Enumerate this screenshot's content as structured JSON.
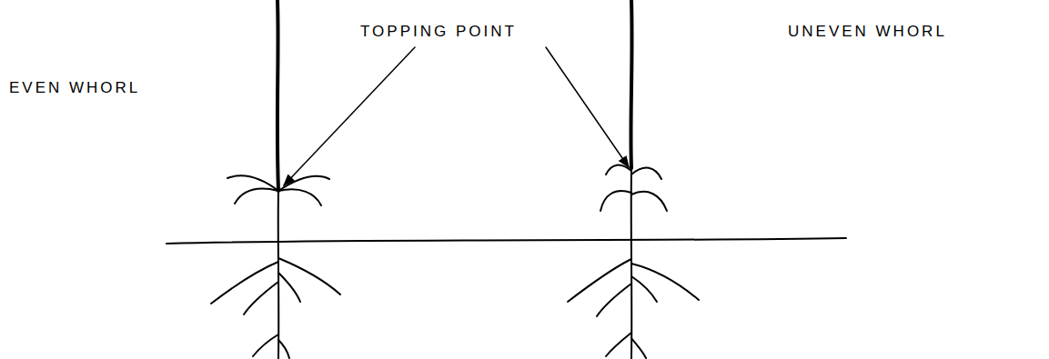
{
  "diagram": {
    "labels": [
      "EVEN WHORL",
      "TOPPING POINT",
      "UNEVEN WHORL"
    ]
  }
}
